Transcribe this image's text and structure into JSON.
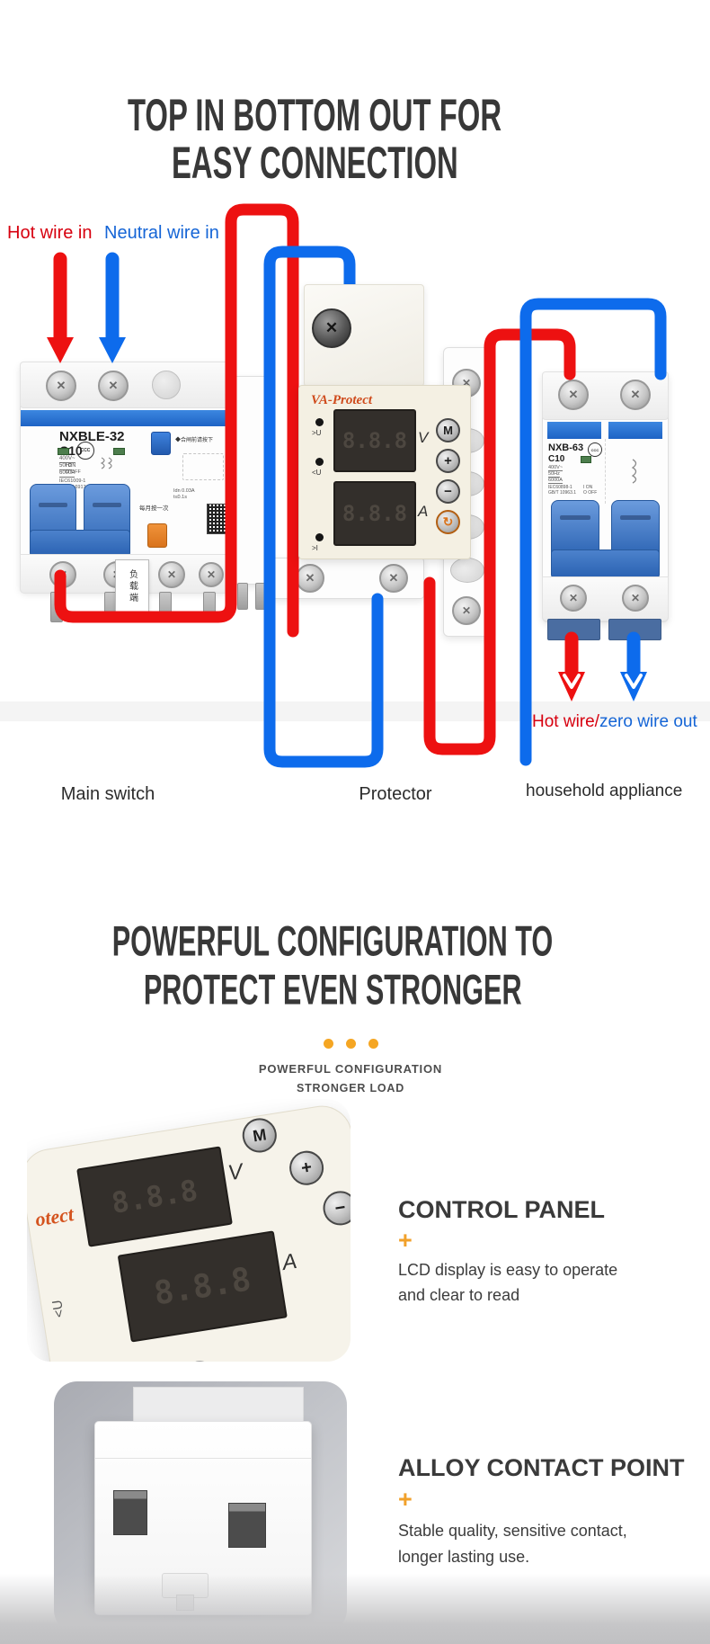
{
  "colors": {
    "wire_red": "#ed1111",
    "wire_blue": "#0d6bec",
    "label_red": "#d7000f",
    "label_blue": "#1565d6",
    "orange_accent": "#f5a623",
    "heading": "#383838"
  },
  "s1": {
    "title1": "TOP IN BOTTOM OUT FOR",
    "title2": "EASY CONNECTION",
    "hot_in": "Hot wire in",
    "neutral_in": "Neutral wire in",
    "out_hot": "Hot wire/",
    "out_zero": "zero wire out",
    "cap_main": "Main switch",
    "cap_prot": "Protector",
    "cap_app": "household appliance",
    "main_switch": {
      "model": "NXBLE-32",
      "rating": "C10",
      "cert": "CCC",
      "v": "400V~",
      "hz": "50Hz",
      "a": "6000A",
      "std1": "IEC61009-1",
      "std2": "GB/T 16917.1",
      "on": "I ON",
      "off": "O OFF",
      "note": "◆合闸前请按下",
      "leak1": "Idn 0.03A",
      "leak2": "t≤0.1s",
      "monthly": "每月按一次",
      "tag": "负载端"
    },
    "protector": {
      "brand": "VA-Protect",
      "over_u": ">U",
      "under_u": "<U",
      "over_i": ">I",
      "volt": "V",
      "amp": "A",
      "btn_m": "M",
      "btn_plus": "+",
      "btn_minus": "−",
      "btn_power": "↻",
      "digits": "8.8.8"
    },
    "breaker": {
      "model": "NXB-63",
      "rating": "C10",
      "cert": "CCC",
      "v": "400V~",
      "hz": "50Hz",
      "a": "6000A",
      "std1": "IEC60898-1",
      "std2": "GB/T 10963.1",
      "on": "I ON",
      "off": "O OFF"
    }
  },
  "s2": {
    "title1": "POWERFUL CONFIGURATION TO",
    "title2": "PROTECT EVEN STRONGER",
    "sub1": "POWERFUL CONFIGURATION",
    "sub2": "STRONGER LOAD",
    "f1": {
      "title": "CONTROL PANEL",
      "plus": "+",
      "l1": "LCD display is easy to operate",
      "l2": "and clear to read"
    },
    "f2": {
      "title": "ALLOY CONTACT POINT",
      "plus": "+",
      "l1": "Stable quality, sensitive contact,",
      "l2": "longer lasting use."
    },
    "panel": {
      "brand": "otect",
      "volt": "V",
      "amp": "A",
      "btn_m": "M",
      "btn_plus": "+",
      "btn_minus": "−",
      "under_u": "<U",
      "digits": "8.8.8"
    }
  }
}
